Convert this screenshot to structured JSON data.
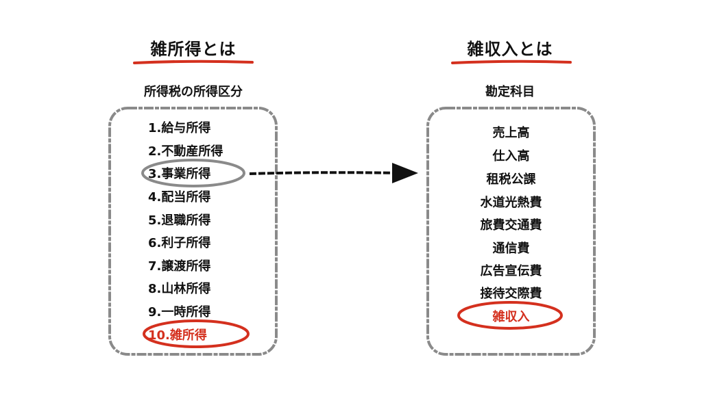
{
  "left": {
    "title": "雑所得とは",
    "subtitle": "所得税の所得区分",
    "items": [
      "1.給与所得",
      "2.不動産所得",
      "3.事業所得",
      "4.配当所得",
      "5.退職所得",
      "6.利子所得",
      "7.譲渡所得",
      "8.山林所得",
      "9.一時所得",
      "10.雑所得"
    ]
  },
  "right": {
    "title": "雑収入とは",
    "subtitle": "勘定科目",
    "items": [
      "売上高",
      "仕入高",
      "租税公課",
      "水道光熱費",
      "旅費交通費",
      "通信費",
      "広告宣伝費",
      "接待交際費",
      "雑収入"
    ]
  },
  "colors": {
    "accent_red": "#d4301e",
    "box_gray": "#8a8a8a",
    "arrow": "#111111"
  }
}
